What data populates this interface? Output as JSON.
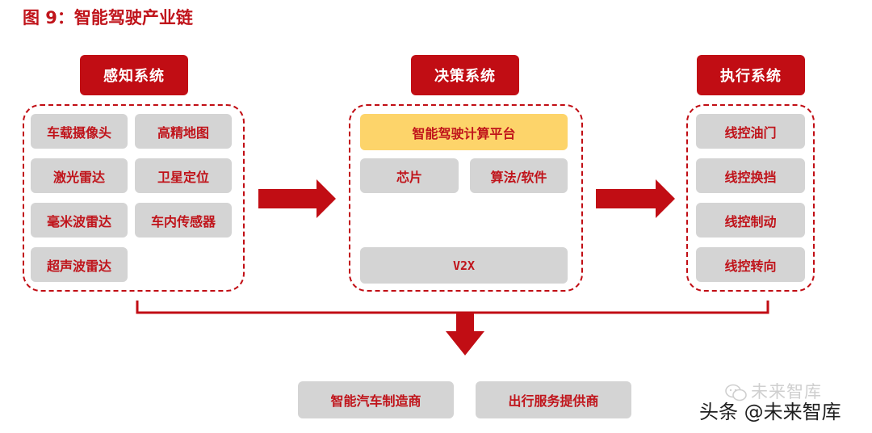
{
  "title": "图 9：智能驾驶产业链",
  "perception": {
    "header": "感知系统",
    "items": [
      "车载摄像头",
      "高精地图",
      "激光雷达",
      "卫星定位",
      "毫米波雷达",
      "车内传感器",
      "超声波雷达"
    ]
  },
  "decision": {
    "header": "决策系统",
    "platform": "智能驾驶计算平台",
    "chip": "芯片",
    "software": "算法/软件",
    "v2x": "V2X"
  },
  "execution": {
    "header": "执行系统",
    "items": [
      "线控油门",
      "线控换挡",
      "线控制动",
      "线控转向"
    ]
  },
  "outputs": [
    "智能汽车制造商",
    "出行服务提供商"
  ],
  "watermark": {
    "wechat": "未来智库",
    "toutiao": "头条 @未来智库"
  },
  "colors": {
    "accent": "#c10d14",
    "box": "#d4d4d4",
    "highlight": "#fdd46a"
  }
}
